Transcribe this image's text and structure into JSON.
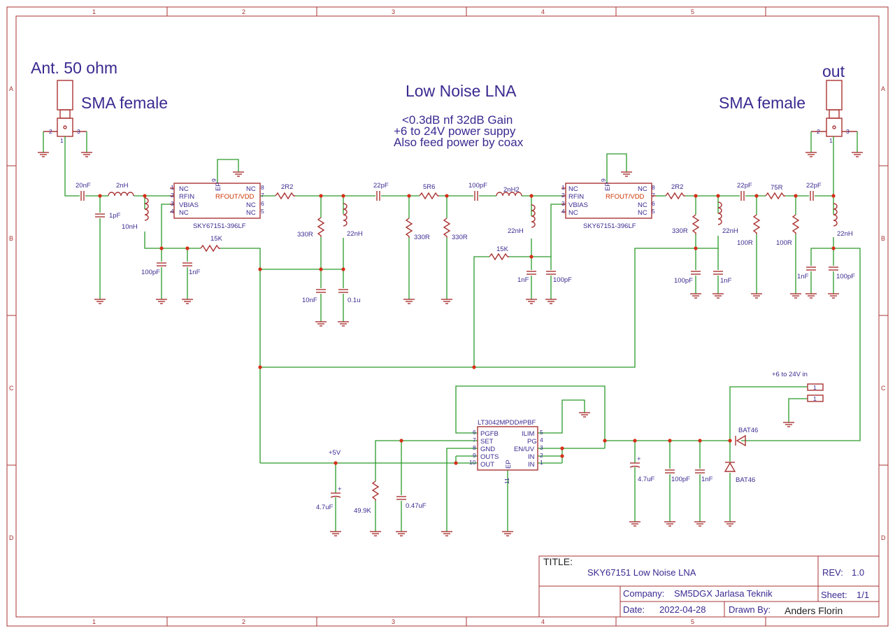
{
  "frame": {
    "columns": [
      "1",
      "2",
      "3",
      "4",
      "5"
    ],
    "rows": [
      "A",
      "B",
      "C",
      "D"
    ]
  },
  "notes": {
    "title": "Low Noise LNA",
    "line1": "<0.3dB nf 32dB Gain",
    "line2": "+6 to 24V power suppy",
    "line3": "Also feed power by coax",
    "ant": "Ant. 50 ohm",
    "sma_in": "SMA female",
    "out": "out",
    "sma_out": "SMA female",
    "vin": "+6 to 24V in",
    "v5": "+5V"
  },
  "ic1": {
    "part": "SKY67151-396LF",
    "pins_left": [
      {
        "num": "1",
        "name": "NC"
      },
      {
        "num": "2",
        "name": "RFIN"
      },
      {
        "num": "3",
        "name": "VBIAS"
      },
      {
        "num": "4",
        "name": "NC"
      }
    ],
    "pins_right": [
      {
        "num": "8",
        "name": "NC"
      },
      {
        "num": "7",
        "name": "RFOUT/VDD"
      },
      {
        "num": "6",
        "name": "NC"
      },
      {
        "num": "5",
        "name": "NC"
      }
    ],
    "ep": "EP",
    "ep_num": "9"
  },
  "ic2": {
    "part": "SKY67151-396LF",
    "pins_left": [
      {
        "num": "1",
        "name": "NC"
      },
      {
        "num": "2",
        "name": "RFIN"
      },
      {
        "num": "3",
        "name": "VBIAS"
      },
      {
        "num": "4",
        "name": "NC"
      }
    ],
    "pins_right": [
      {
        "num": "8",
        "name": "NC"
      },
      {
        "num": "7",
        "name": "RFOUT/VDD"
      },
      {
        "num": "6",
        "name": "NC"
      },
      {
        "num": "5",
        "name": "NC"
      }
    ],
    "ep": "EP",
    "ep_num": "9"
  },
  "reg": {
    "part": "LT3042MPDD#PBF",
    "pins_left": [
      {
        "num": "6",
        "name": "PGFB"
      },
      {
        "num": "7",
        "name": "SET"
      },
      {
        "num": "8",
        "name": "GND"
      },
      {
        "num": "9",
        "name": "OUTS"
      },
      {
        "num": "10",
        "name": "OUT"
      }
    ],
    "pins_right": [
      {
        "num": "5",
        "name": "ILIM"
      },
      {
        "num": "4",
        "name": "PG"
      },
      {
        "num": "3",
        "name": "EN/UV"
      },
      {
        "num": "2",
        "name": "IN"
      },
      {
        "num": "1",
        "name": "IN"
      }
    ],
    "ep": "EP",
    "ep_num": "11"
  },
  "components": {
    "c20n": "20nF",
    "l2n_a": "2nH",
    "c1p_a": "1pF",
    "l10n": "10nH",
    "c100p_a": "100pF",
    "c1n_a": "1nF",
    "r15k_a": "15K",
    "r2r2_a": "2R2",
    "r330_a": "330R",
    "l22n_a": "22nH",
    "c10n": "10nF",
    "c01u": "0.1u",
    "c22p_a": "22pF",
    "r5r6": "5R6",
    "r330_b": "330R",
    "r330_c": "330R",
    "c100p_b": "100pF",
    "l2nh2": "2nH2",
    "l22n_b": "22nH",
    "r15k_b": "15K",
    "c1n_b": "1nF",
    "c100p_c": "100pF",
    "r2r2_b": "2R2",
    "r330_d": "330R",
    "l22n_c": "22nH",
    "c100p_d": "100pF",
    "c1n_c": "1nF",
    "c22p_b": "22pF",
    "r75r": "75R",
    "c22p_c": "22pF",
    "r100r_a": "100R",
    "r100r_b": "100R",
    "l22n_d": "22nH",
    "c1n_d": "1nF",
    "c100p_e": "100pF",
    "c47u_a": "4.7uF",
    "r49k9": "49.9K",
    "c047u": "0.47uF",
    "c47u_b": "4.7uF",
    "c100p_f": "100pF",
    "c1n_e": "1nF",
    "d1": "BAT46",
    "d2": "BAT46",
    "j1": "1",
    "j2": "1",
    "sma1_p1": "1",
    "sma1_p2": "2",
    "sma1_p3": "3",
    "sma2_p1": "1",
    "sma2_p2": "2",
    "sma2_p3": "3"
  },
  "title_block": {
    "title_label": "TITLE:",
    "title": "SKY67151 Low Noise LNA",
    "rev_label": "REV:",
    "rev": "1.0",
    "company_label": "Company:",
    "company": "SM5DGX Jarlasa Teknik",
    "sheet_label": "Sheet:",
    "sheet": "1/1",
    "date_label": "Date:",
    "date": "2022-04-28",
    "drawn_label": "Drawn By:",
    "drawn": "Anders Florin"
  }
}
